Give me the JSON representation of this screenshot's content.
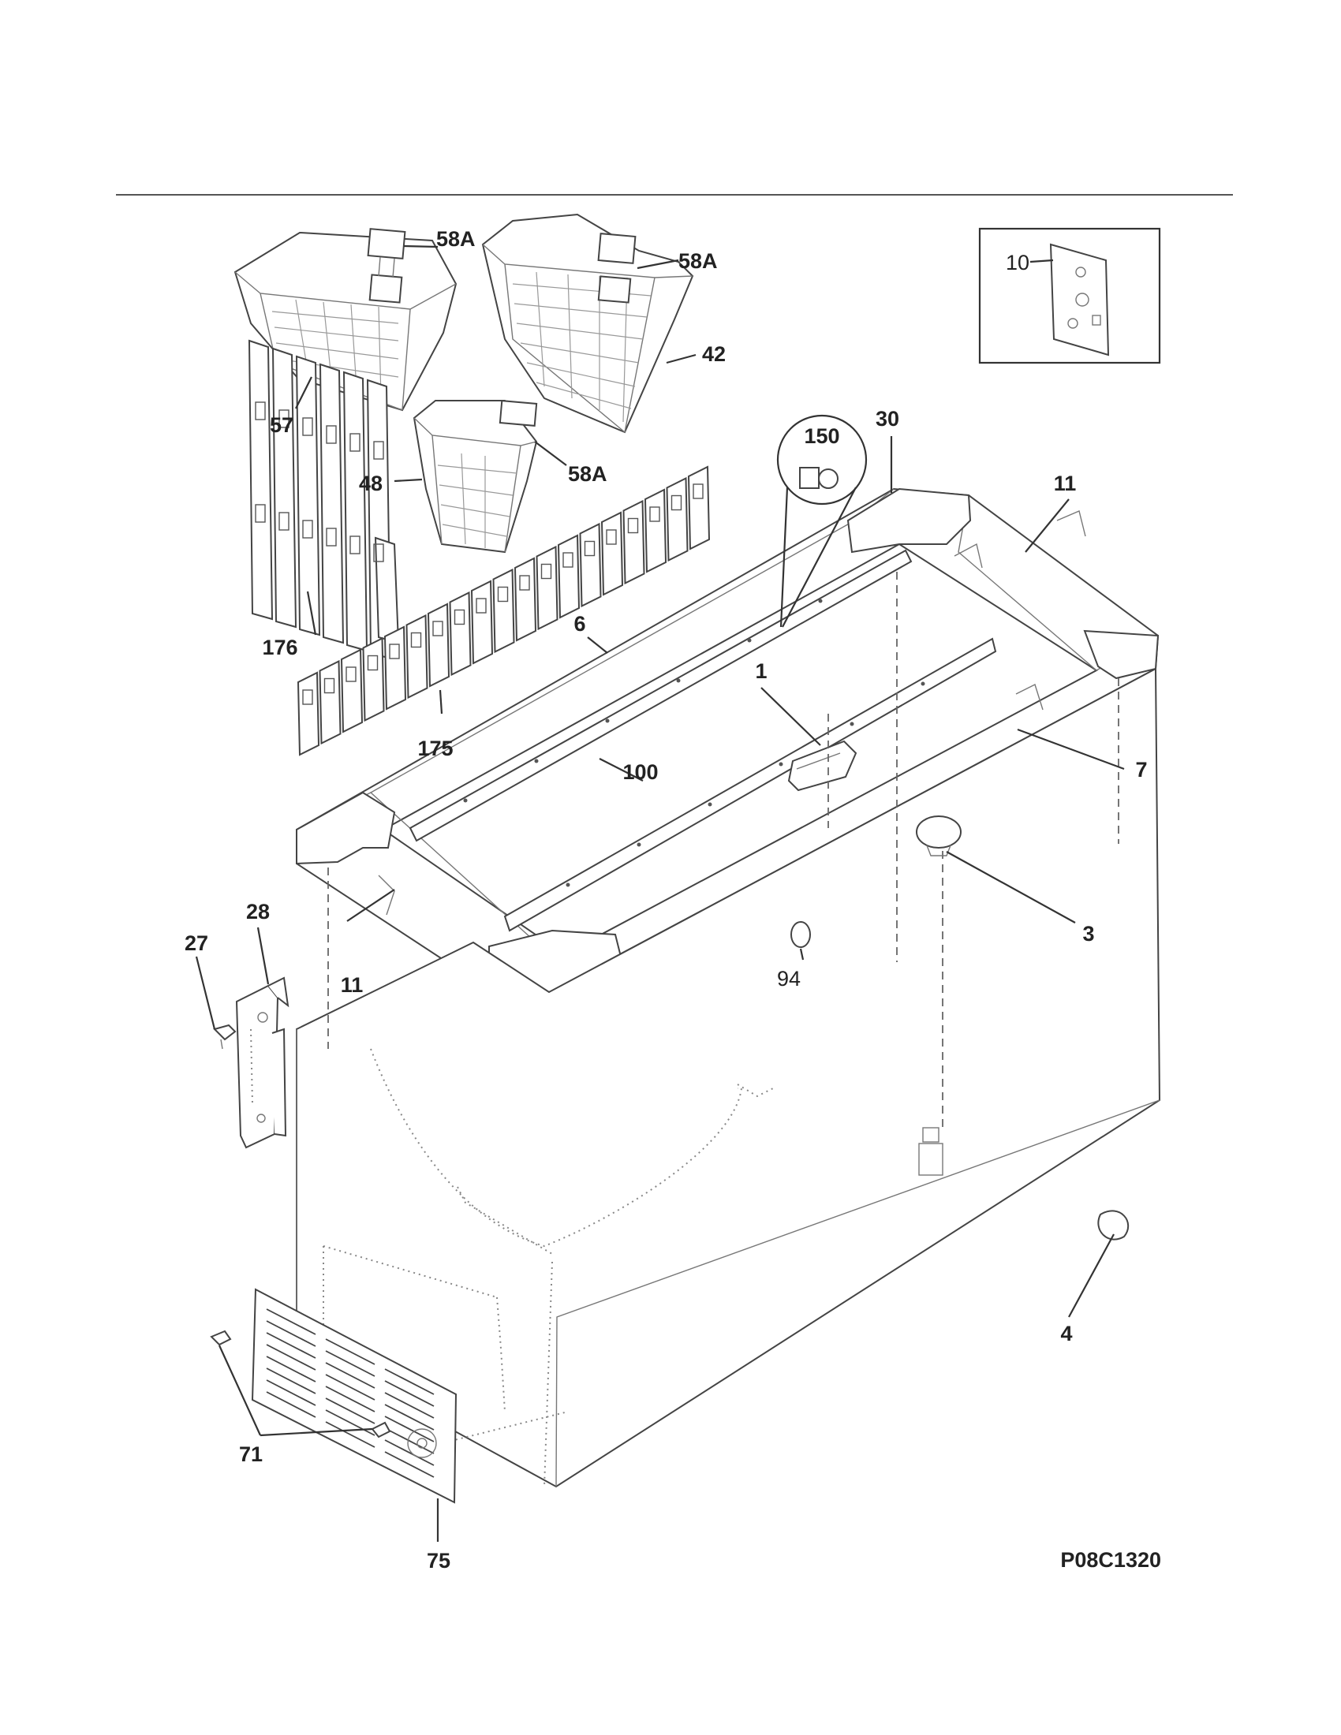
{
  "diagram_code": "P08C1320",
  "callouts": {
    "c58a_a": "58A",
    "c58a_b": "58A",
    "c58a_c": "58A",
    "c42": "42",
    "c57": "57",
    "c48": "48",
    "c176": "176",
    "c175": "175",
    "c150": "150",
    "c30": "30",
    "c11_a": "11",
    "c11_b": "11",
    "c10": "10",
    "c6": "6",
    "c1": "1",
    "c100": "100",
    "c7": "7",
    "c3": "3",
    "c94": "94",
    "c28": "28",
    "c27": "27",
    "c4": "4",
    "c71": "71",
    "c75": "75"
  }
}
